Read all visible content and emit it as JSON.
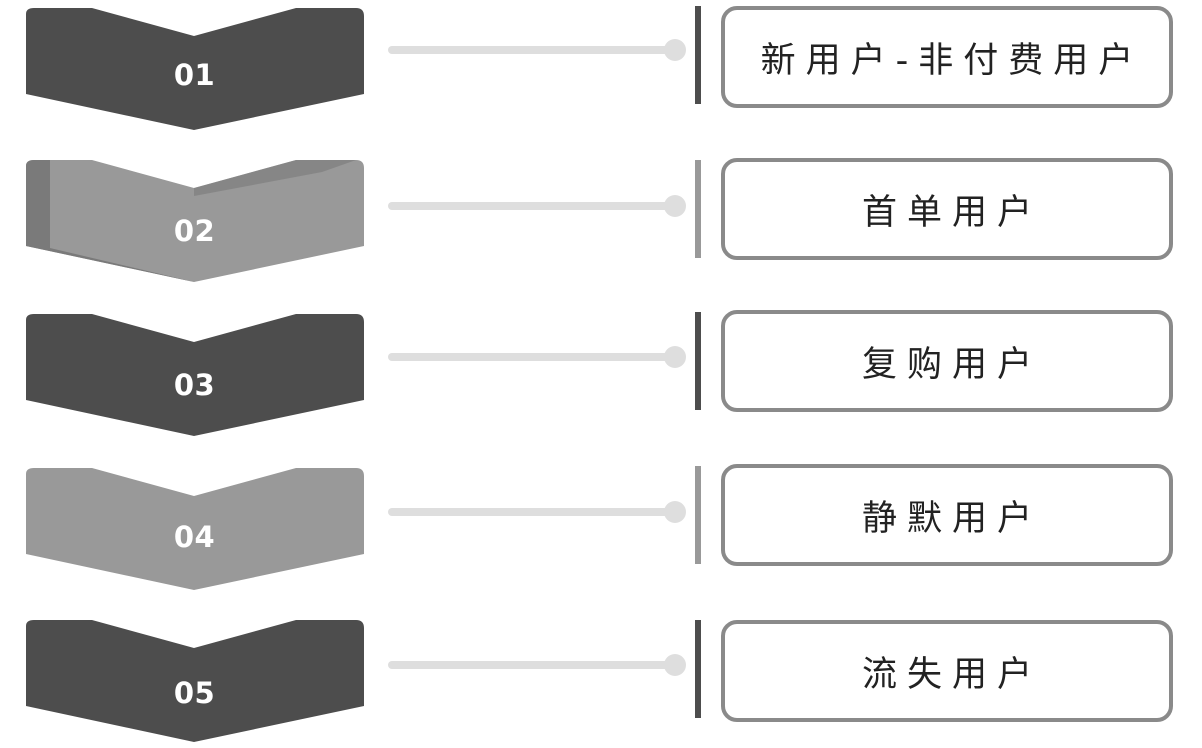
{
  "colors": {
    "dark": "#4d4d4d",
    "light": "#999999",
    "light_shade": "#7a7a7a",
    "connector": "#dedede",
    "box_border": "#8a8a8a"
  },
  "steps": [
    {
      "number": "01",
      "label": "新用户-非付费用户",
      "tone": "dark"
    },
    {
      "number": "02",
      "label": "首单用户",
      "tone": "light"
    },
    {
      "number": "03",
      "label": "复购用户",
      "tone": "dark"
    },
    {
      "number": "04",
      "label": "静默用户",
      "tone": "light"
    },
    {
      "number": "05",
      "label": "流失用户",
      "tone": "dark"
    }
  ]
}
